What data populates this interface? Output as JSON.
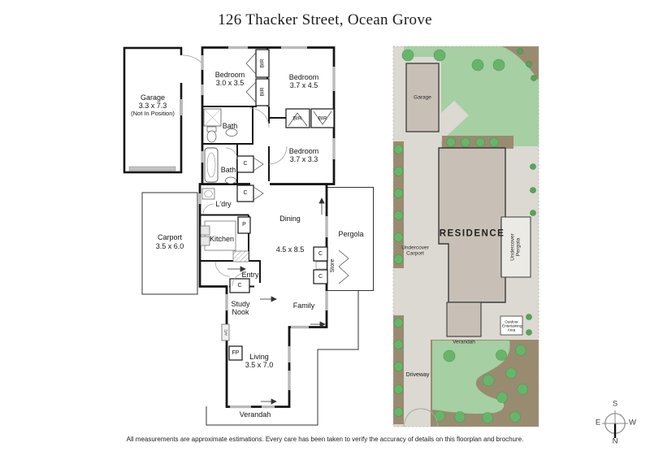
{
  "title": "126 Thacker Street, Ocean Grove",
  "disclaimer": "All measurements are approximate estimations. Every care has been taken to verify the accuracy of details on this floorplan and brochure.",
  "floorplan": {
    "garage": {
      "name": "Garage",
      "dims": "3.3 x 7.3",
      "note": "(Not In Position)"
    },
    "bedroom1": {
      "name": "Bedroom",
      "dims": "3.0 x 3.5"
    },
    "bedroom2": {
      "name": "Bedroom",
      "dims": "3.7 x 4.5"
    },
    "bedroom3": {
      "name": "Bedroom",
      "dims": "3.7 x 3.3"
    },
    "bath1": "Bath",
    "bath2": "Bath",
    "laundry": "L'dry",
    "kitchen": "Kitchen",
    "dining": {
      "name": "Dining",
      "dims": "4.5 x 8.5"
    },
    "entry": "Entry",
    "study_nook": "Study Nook",
    "family": "Family",
    "living": {
      "name": "Living",
      "dims": "3.5 x 7.0"
    },
    "carport": {
      "name": "Carport",
      "dims": "3.5 x 6.0"
    },
    "pergola": "Pergola",
    "verandah": "Verandah",
    "store": "Store",
    "bir": "BIR",
    "cupboard": "C",
    "pantry": "P",
    "fireplace": "FP",
    "aircon": "A/C"
  },
  "siteplan": {
    "garage": "Garage",
    "residence": "RESIDENCE",
    "undercover_carport": "Undercover Carport",
    "undercover_pergola": "Undercover Pergola",
    "verandah": "Verandah",
    "outdoor_area": "Outdoor Entertaining Area",
    "driveway": "Driveway"
  },
  "compass": {
    "north": "N",
    "south": "S",
    "east": "E",
    "west": "W"
  },
  "colors": {
    "wall": "#161616",
    "window": "#b9b9b9",
    "thin_outline": "#333333",
    "lawn": "#a6cfa3",
    "garden_bed": "#998b70",
    "tree": "#68b46b",
    "path": "#dbd9d1",
    "building": "#c8c0b7",
    "pergola_box": "#eceae4"
  }
}
